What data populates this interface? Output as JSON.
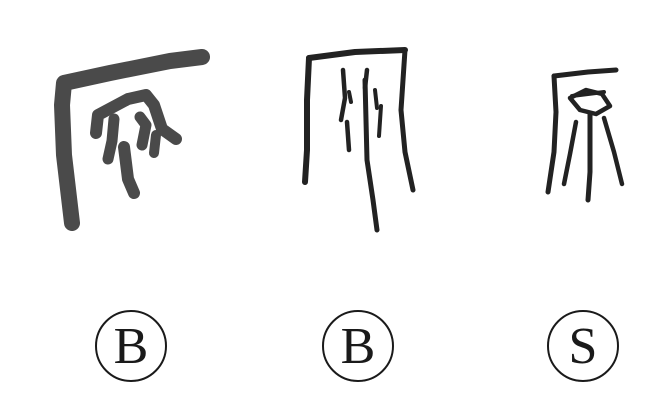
{
  "glyphs": [
    {
      "label": "B",
      "form": "bronze-script-character"
    },
    {
      "label": "B",
      "form": "bronze-script-character"
    },
    {
      "label": "S",
      "form": "seal-script-character"
    }
  ],
  "colors": {
    "ink": "#222222",
    "ink_light": "#2a2a2a",
    "background": "#ffffff"
  }
}
